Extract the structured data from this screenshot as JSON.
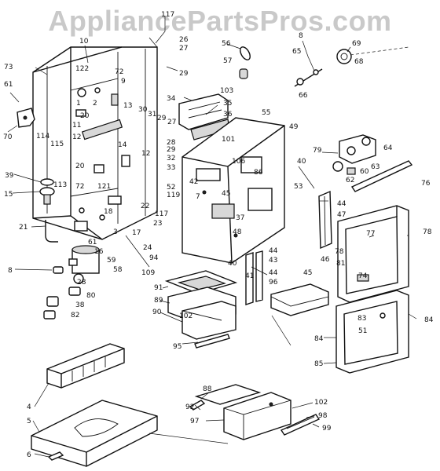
{
  "watermark": "AppliancePartsPros.com",
  "callouts": [
    {
      "id": "c117a",
      "text": "117"
    },
    {
      "id": "c10",
      "text": "10"
    },
    {
      "id": "c26",
      "text": "26"
    },
    {
      "id": "c27a",
      "text": "27"
    },
    {
      "id": "c73",
      "text": "73"
    },
    {
      "id": "c122",
      "text": "122"
    },
    {
      "id": "c72a",
      "text": "72"
    },
    {
      "id": "c9",
      "text": "9"
    },
    {
      "id": "c29a",
      "text": "29"
    },
    {
      "id": "c56",
      "text": "56"
    },
    {
      "id": "c57",
      "text": "57"
    },
    {
      "id": "c8a",
      "text": "8"
    },
    {
      "id": "c65",
      "text": "65"
    },
    {
      "id": "c69",
      "text": "69"
    },
    {
      "id": "c68",
      "text": "68"
    },
    {
      "id": "c66",
      "text": "66"
    },
    {
      "id": "c61a",
      "text": "61"
    },
    {
      "id": "c2",
      "text": "2"
    },
    {
      "id": "c1",
      "text": "1"
    },
    {
      "id": "c13",
      "text": "13"
    },
    {
      "id": "c103",
      "text": "103"
    },
    {
      "id": "c34",
      "text": "34"
    },
    {
      "id": "c35",
      "text": "35"
    },
    {
      "id": "c36",
      "text": "36"
    },
    {
      "id": "c55",
      "text": "55"
    },
    {
      "id": "c70",
      "text": "70"
    },
    {
      "id": "c20a",
      "text": "20"
    },
    {
      "id": "c30",
      "text": "30"
    },
    {
      "id": "c31",
      "text": "31"
    },
    {
      "id": "c29b",
      "text": "29"
    },
    {
      "id": "c27b",
      "text": "27"
    },
    {
      "id": "c49",
      "text": "49"
    },
    {
      "id": "c11",
      "text": "11"
    },
    {
      "id": "c12",
      "text": "12"
    },
    {
      "id": "c114",
      "text": "114"
    },
    {
      "id": "c115",
      "text": "115"
    },
    {
      "id": "c101",
      "text": "101"
    },
    {
      "id": "c79",
      "text": "79"
    },
    {
      "id": "c64",
      "text": "64"
    },
    {
      "id": "c14",
      "text": "14"
    },
    {
      "id": "c12b",
      "text": "12"
    },
    {
      "id": "c28",
      "text": "28"
    },
    {
      "id": "c29c",
      "text": "29"
    },
    {
      "id": "c106",
      "text": "106"
    },
    {
      "id": "c86",
      "text": "86"
    },
    {
      "id": "c40a",
      "text": "40"
    },
    {
      "id": "c63",
      "text": "63"
    },
    {
      "id": "c60",
      "text": "60"
    },
    {
      "id": "c62",
      "text": "62"
    },
    {
      "id": "c76",
      "text": "76"
    },
    {
      "id": "c39",
      "text": "39"
    },
    {
      "id": "c113",
      "text": "113"
    },
    {
      "id": "c20b",
      "text": "20"
    },
    {
      "id": "c72b",
      "text": "72"
    },
    {
      "id": "c121",
      "text": "121"
    },
    {
      "id": "c32",
      "text": "32"
    },
    {
      "id": "c33",
      "text": "33"
    },
    {
      "id": "c52",
      "text": "52"
    },
    {
      "id": "c119",
      "text": "119"
    },
    {
      "id": "c42",
      "text": "42"
    },
    {
      "id": "c7",
      "text": "7"
    },
    {
      "id": "c45a",
      "text": "45"
    },
    {
      "id": "c53",
      "text": "53"
    },
    {
      "id": "c15",
      "text": "15"
    },
    {
      "id": "c44a",
      "text": "44"
    },
    {
      "id": "c47",
      "text": "47"
    },
    {
      "id": "c22",
      "text": "22"
    },
    {
      "id": "c18",
      "text": "18"
    },
    {
      "id": "c3",
      "text": "3"
    },
    {
      "id": "c117b",
      "text": "117"
    },
    {
      "id": "c23",
      "text": "23"
    },
    {
      "id": "c37",
      "text": "37"
    },
    {
      "id": "c17",
      "text": "17"
    },
    {
      "id": "c78a",
      "text": "78"
    },
    {
      "id": "c77",
      "text": "77"
    },
    {
      "id": "c21",
      "text": "21"
    },
    {
      "id": "c61b",
      "text": "61"
    },
    {
      "id": "c16",
      "text": "16"
    },
    {
      "id": "c24",
      "text": "24"
    },
    {
      "id": "c48",
      "text": "48"
    },
    {
      "id": "c44b",
      "text": "44"
    },
    {
      "id": "c43",
      "text": "43"
    },
    {
      "id": "c40b",
      "text": "40"
    },
    {
      "id": "c46",
      "text": "46"
    },
    {
      "id": "c78b",
      "text": "78"
    },
    {
      "id": "c81",
      "text": "81"
    },
    {
      "id": "c59",
      "text": "59"
    },
    {
      "id": "c94",
      "text": "94"
    },
    {
      "id": "c8b",
      "text": "8"
    },
    {
      "id": "c58",
      "text": "58"
    },
    {
      "id": "c109",
      "text": "109"
    },
    {
      "id": "c41",
      "text": "41"
    },
    {
      "id": "c44c",
      "text": "44"
    },
    {
      "id": "c96",
      "text": "96"
    },
    {
      "id": "c45b",
      "text": "45"
    },
    {
      "id": "c74",
      "text": "74"
    },
    {
      "id": "c28b",
      "text": "28"
    },
    {
      "id": "c91",
      "text": "91"
    },
    {
      "id": "c80",
      "text": "80"
    },
    {
      "id": "c89",
      "text": "89"
    },
    {
      "id": "c38",
      "text": "38"
    },
    {
      "id": "c82",
      "text": "82"
    },
    {
      "id": "c90",
      "text": "90"
    },
    {
      "id": "c83",
      "text": "83"
    },
    {
      "id": "c51",
      "text": "51"
    },
    {
      "id": "c102a",
      "text": "102"
    },
    {
      "id": "c84a",
      "text": "84"
    },
    {
      "id": "c95",
      "text": "95"
    },
    {
      "id": "c84b",
      "text": "84"
    },
    {
      "id": "c85",
      "text": "85"
    },
    {
      "id": "c88",
      "text": "88"
    },
    {
      "id": "c102b",
      "text": "102"
    },
    {
      "id": "c4",
      "text": "4"
    },
    {
      "id": "c92",
      "text": "92"
    },
    {
      "id": "c98",
      "text": "98"
    },
    {
      "id": "c99",
      "text": "99"
    },
    {
      "id": "c5",
      "text": "5"
    },
    {
      "id": "c97",
      "text": "97"
    },
    {
      "id": "c6",
      "text": "6"
    }
  ]
}
